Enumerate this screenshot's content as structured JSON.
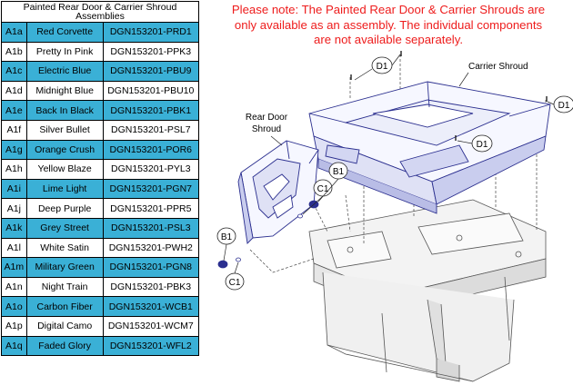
{
  "table": {
    "title_line1": "Painted Rear Door & Carrier Shroud",
    "title_line2": "Assemblies",
    "rows": [
      {
        "id": "A1a",
        "name": "Red Corvette",
        "part": "DGN153201-PRD1"
      },
      {
        "id": "A1b",
        "name": "Pretty In Pink",
        "part": "DGN153201-PPK3"
      },
      {
        "id": "A1c",
        "name": "Electric Blue",
        "part": "DGN153201-PBU9"
      },
      {
        "id": "A1d",
        "name": "Midnight Blue",
        "part": "DGN153201-PBU10"
      },
      {
        "id": "A1e",
        "name": "Back In Black",
        "part": "DGN153201-PBK1"
      },
      {
        "id": "A1f",
        "name": "Silver Bullet",
        "part": "DGN153201-PSL7"
      },
      {
        "id": "A1g",
        "name": "Orange Crush",
        "part": "DGN153201-POR6"
      },
      {
        "id": "A1h",
        "name": "Yellow Blaze",
        "part": "DGN153201-PYL3"
      },
      {
        "id": "A1i",
        "name": "Lime Light",
        "part": "DGN153201-PGN7"
      },
      {
        "id": "A1j",
        "name": "Deep Purple",
        "part": "DGN153201-PPR5"
      },
      {
        "id": "A1k",
        "name": "Grey Street",
        "part": "DGN153201-PSL3"
      },
      {
        "id": "A1l",
        "name": "White Satin",
        "part": "DGN153201-PWH2"
      },
      {
        "id": "A1m",
        "name": "Military Green",
        "part": "DGN153201-PGN8"
      },
      {
        "id": "A1n",
        "name": "Night Train",
        "part": "DGN153201-PBK3"
      },
      {
        "id": "A1o",
        "name": "Carbon Fiber",
        "part": "DGN153201-WCB1"
      },
      {
        "id": "A1p",
        "name": "Digital Camo",
        "part": "DGN153201-WCM7"
      },
      {
        "id": "A1q",
        "name": "Faded Glory",
        "part": "DGN153201-WFL2"
      }
    ],
    "highlight_color": "#3ab0d6"
  },
  "notice": {
    "line1": "Please note: The Painted Rear Door & Carrier Shrouds are",
    "line2": "only available as an assembly. The individual components",
    "line3": "are not available separately.",
    "color": "#ee1c1c"
  },
  "diagram": {
    "carrier_shroud_label": "Carrier Shroud",
    "rear_door_label_line1": "Rear Door",
    "rear_door_label_line2": "Shroud",
    "callout_d1": "D1",
    "callout_b1": "B1",
    "callout_c1": "C1",
    "part_color": "#2b2f8f"
  }
}
